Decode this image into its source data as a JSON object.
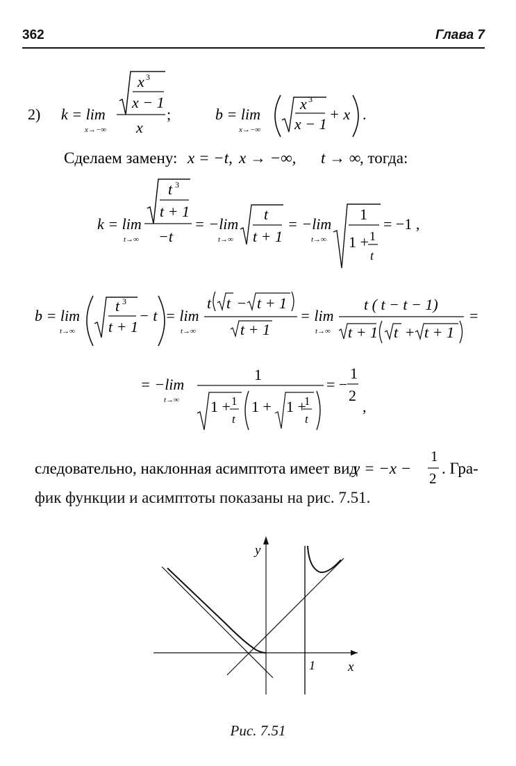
{
  "header": {
    "page_number": "362",
    "chapter": "Глава 7"
  },
  "eq1": {
    "num": "2)",
    "k_left": "k = lim",
    "lim_sub": "x→−∞",
    "x3": "x",
    "exp3": "3",
    "xm1": "x − 1",
    "den_x": "x",
    "semicolon": ";",
    "b_left": "b = lim",
    "plus_x": "+ x",
    "period": "."
  },
  "line2": {
    "lead": "Сделаем замену:",
    "sub1": "x = −t,",
    "sub2": "x → −∞,",
    "sub3": "t → ∞",
    "tail": ", тогда:"
  },
  "eq2": {
    "k_left": "k = lim",
    "lim_sub": "t→∞",
    "t": "t",
    "exp3": "3",
    "tp1": "t + 1",
    "den_mt": "−t",
    "eq_mlim": "= −lim",
    "one": "1",
    "one_plus": "1 +",
    "result": "= −1 ,"
  },
  "eq3": {
    "b_left": "b = lim",
    "lim_sub": "t→∞",
    "t": "t",
    "exp3": "3",
    "tp1": "t + 1",
    "minus_t": "− t",
    "eq_lim": "= lim",
    "num2_t": "t",
    "num2_in": "t",
    "num2_minus": "−",
    "num2_tp1": "t + 1",
    "num3": "t ( t − t − 1)",
    "den3_plus": "+",
    "eq_end": "="
  },
  "eq4": {
    "eq_mlim": "= −lim",
    "lim_sub": "t→∞",
    "one": "1",
    "one_plus": "1 +",
    "t": "t",
    "result": "= −",
    "half_num": "1",
    "half_den": "2",
    "comma": ","
  },
  "para": {
    "text1": "следовательно, наклонная асимптота имеет вид",
    "formula": "y = −x −",
    "frac_num": "1",
    "frac_den": "2",
    "after": ". Гра-",
    "text2": "фик функции и асимптоты показаны на рис. 7.51."
  },
  "figure": {
    "y_label": "y",
    "x_label": "x",
    "one_label": "1",
    "caption": "Рис. 7.51"
  }
}
